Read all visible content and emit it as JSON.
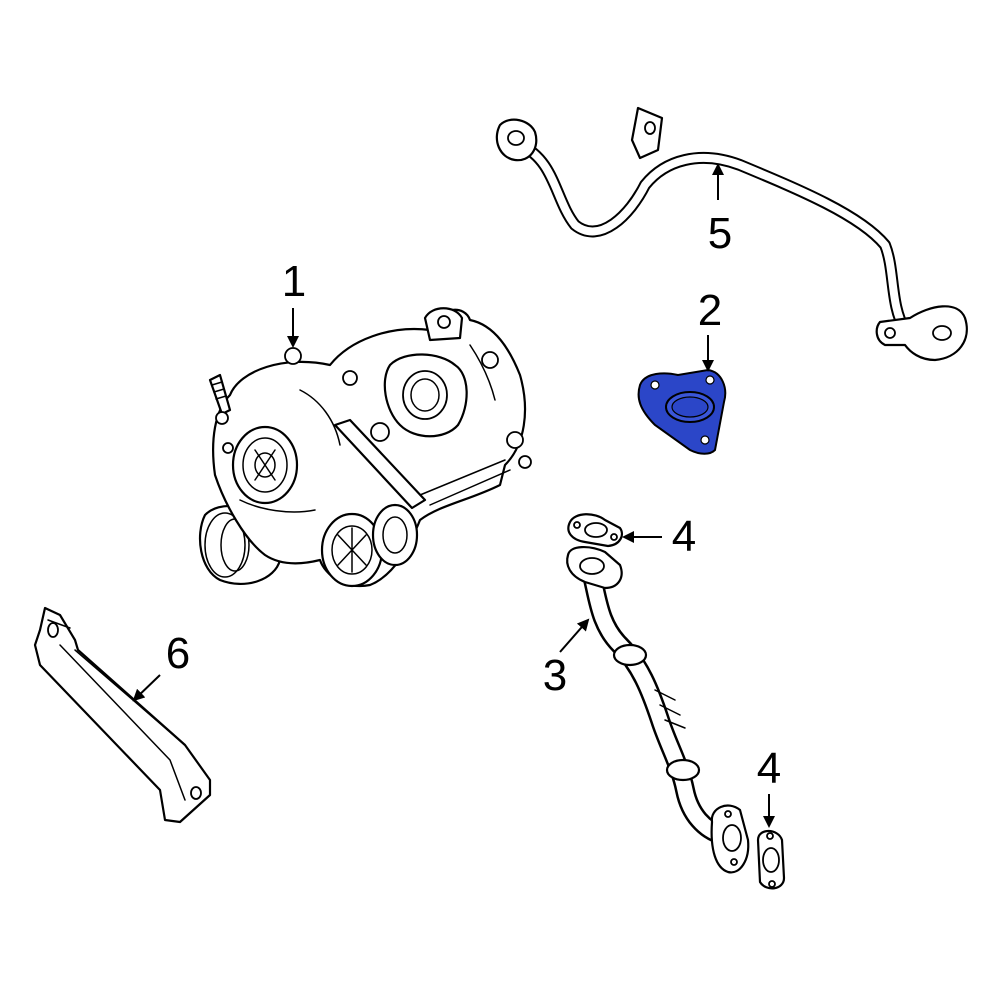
{
  "diagram": {
    "highlight_color": "#2b46c8",
    "line_color": "#000000",
    "background": "#ffffff",
    "callouts": {
      "turbocharger": "1",
      "gasket_flange": "2",
      "oil_return_pipe": "3",
      "gasket_upper": "4",
      "gasket_lower": "4",
      "oil_feed_line": "5",
      "bracket": "6"
    }
  }
}
